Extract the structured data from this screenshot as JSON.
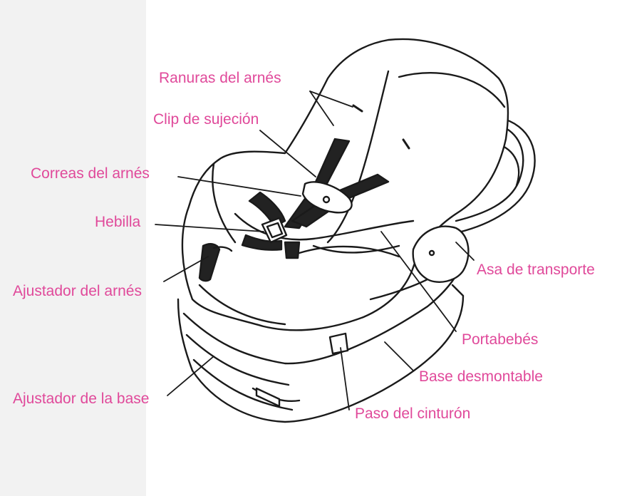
{
  "colors": {
    "label": "#e0499a",
    "line": "#1a1a1a",
    "strap": "#222222",
    "canvas": "#ffffff",
    "margin": "#f2f2f2"
  },
  "labels": {
    "ranuras": "Ranuras del arnés",
    "clip": "Clip de sujeción",
    "correas": "Correas del arnés",
    "hebilla": "Hebilla",
    "ajustador_arnes": "Ajustador del arnés",
    "ajustador_base": "Ajustador de la base",
    "asa": "Asa de transporte",
    "portabebes": "Portabebés",
    "base": "Base desmontable",
    "paso": "Paso del cinturón"
  }
}
